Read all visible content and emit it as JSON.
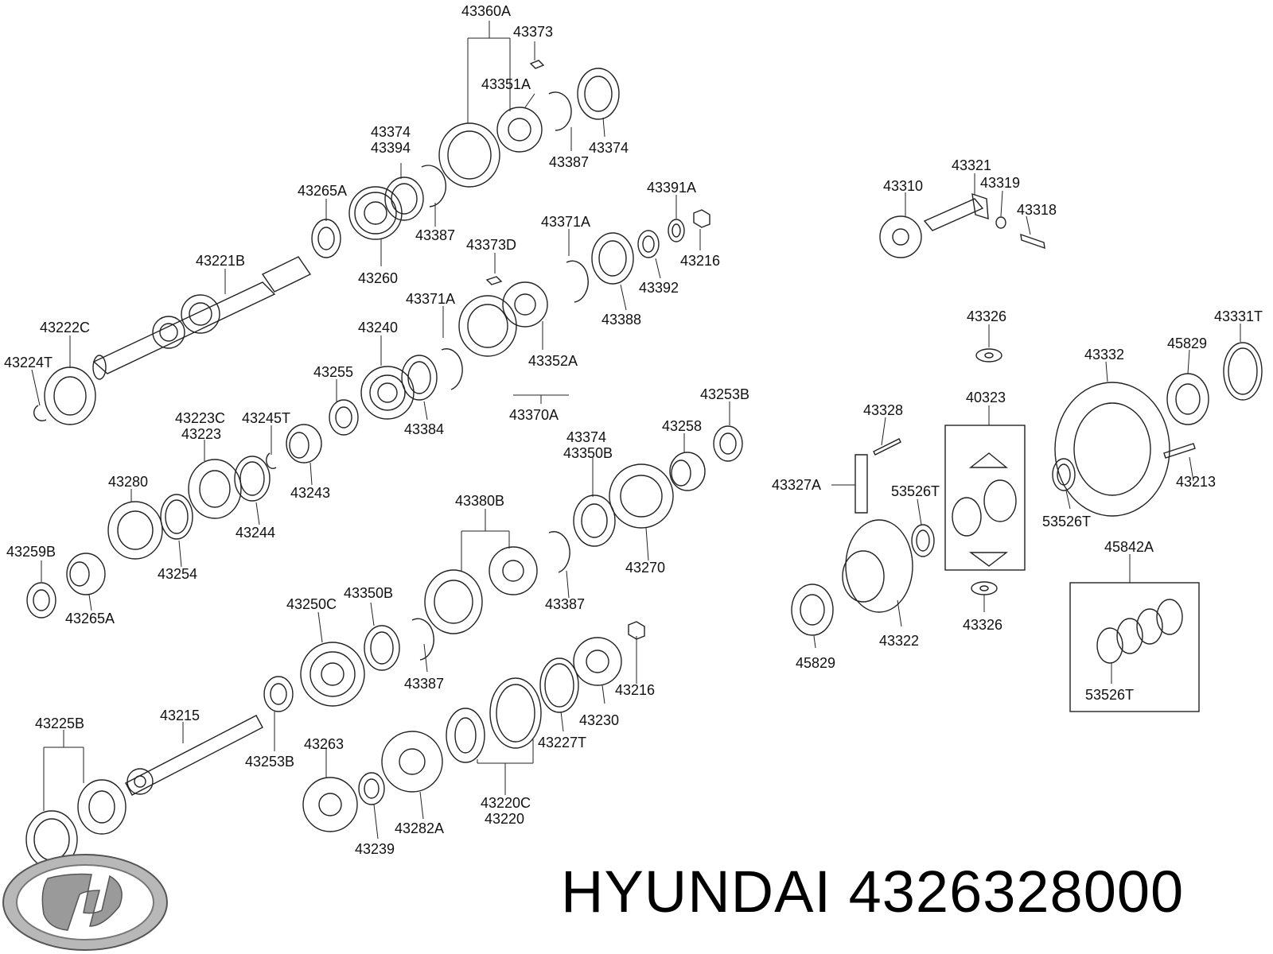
{
  "brand": {
    "name": "HYUNDAI",
    "part_number": "4326328000"
  },
  "callouts": [
    {
      "id": "c1",
      "text": "43360A"
    },
    {
      "id": "c2",
      "text": "43373"
    },
    {
      "id": "c3",
      "text": "43351A"
    },
    {
      "id": "c4",
      "text": "43374"
    },
    {
      "id": "c5",
      "text": "43374"
    },
    {
      "id": "c6",
      "text": "43394"
    },
    {
      "id": "c7",
      "text": "43387"
    },
    {
      "id": "c8",
      "text": "43265A"
    },
    {
      "id": "c9",
      "text": "43387"
    },
    {
      "id": "c10",
      "text": "43260"
    },
    {
      "id": "c11",
      "text": "43221B"
    },
    {
      "id": "c12",
      "text": "43222C"
    },
    {
      "id": "c13",
      "text": "43224T"
    },
    {
      "id": "c14",
      "text": "43391A"
    },
    {
      "id": "c15",
      "text": "43371A"
    },
    {
      "id": "c16",
      "text": "43373D"
    },
    {
      "id": "c17",
      "text": "43216"
    },
    {
      "id": "c18",
      "text": "43392"
    },
    {
      "id": "c19",
      "text": "43388"
    },
    {
      "id": "c20",
      "text": "43371A"
    },
    {
      "id": "c21",
      "text": "43240"
    },
    {
      "id": "c22",
      "text": "43352A"
    },
    {
      "id": "c23",
      "text": "43370A"
    },
    {
      "id": "c24",
      "text": "43255"
    },
    {
      "id": "c25",
      "text": "43384"
    },
    {
      "id": "c26",
      "text": "43223C"
    },
    {
      "id": "c27",
      "text": "43223"
    },
    {
      "id": "c28",
      "text": "43245T"
    },
    {
      "id": "c29",
      "text": "43243"
    },
    {
      "id": "c30",
      "text": "43280"
    },
    {
      "id": "c31",
      "text": "43244"
    },
    {
      "id": "c32",
      "text": "43254"
    },
    {
      "id": "c33",
      "text": "43259B"
    },
    {
      "id": "c34",
      "text": "43265A"
    },
    {
      "id": "c35",
      "text": "43253B"
    },
    {
      "id": "c36",
      "text": "43258"
    },
    {
      "id": "c37",
      "text": "43374"
    },
    {
      "id": "c38",
      "text": "43350B"
    },
    {
      "id": "c39",
      "text": "43380B"
    },
    {
      "id": "c40",
      "text": "43270"
    },
    {
      "id": "c41",
      "text": "43387"
    },
    {
      "id": "c42",
      "text": "43250C"
    },
    {
      "id": "c43",
      "text": "43350B"
    },
    {
      "id": "c44",
      "text": "43387"
    },
    {
      "id": "c45",
      "text": "43216"
    },
    {
      "id": "c46",
      "text": "43230"
    },
    {
      "id": "c47",
      "text": "43227T"
    },
    {
      "id": "c48",
      "text": "43225B"
    },
    {
      "id": "c49",
      "text": "43215"
    },
    {
      "id": "c50",
      "text": "43253B"
    },
    {
      "id": "c51",
      "text": "43263"
    },
    {
      "id": "c52",
      "text": "43239"
    },
    {
      "id": "c53",
      "text": "43282A"
    },
    {
      "id": "c54",
      "text": "43220C"
    },
    {
      "id": "c55",
      "text": "43220"
    },
    {
      "id": "c56",
      "text": "43321"
    },
    {
      "id": "c57",
      "text": "43310"
    },
    {
      "id": "c58",
      "text": "43319"
    },
    {
      "id": "c59",
      "text": "43318"
    },
    {
      "id": "c60",
      "text": "43326"
    },
    {
      "id": "c61",
      "text": "43331T"
    },
    {
      "id": "c62",
      "text": "43332"
    },
    {
      "id": "c63",
      "text": "45829"
    },
    {
      "id": "c64",
      "text": "43328"
    },
    {
      "id": "c65",
      "text": "40323"
    },
    {
      "id": "c66",
      "text": "43327A"
    },
    {
      "id": "c67",
      "text": "53526T"
    },
    {
      "id": "c68",
      "text": "43213"
    },
    {
      "id": "c69",
      "text": "53526T"
    },
    {
      "id": "c70",
      "text": "45842A"
    },
    {
      "id": "c71",
      "text": "45829"
    },
    {
      "id": "c72",
      "text": "43322"
    },
    {
      "id": "c73",
      "text": "43326"
    },
    {
      "id": "c74",
      "text": "53526T"
    }
  ]
}
